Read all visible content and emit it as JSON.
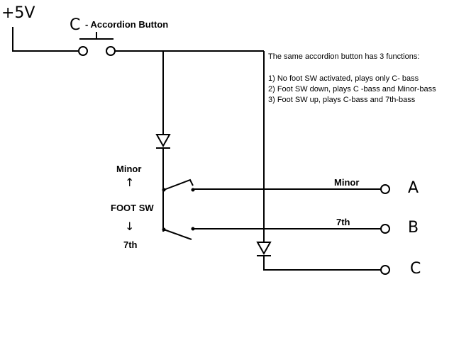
{
  "supply_label": "+5V",
  "button": {
    "letter": "C",
    "label": "- Accordion Button"
  },
  "notes": {
    "heading": "The same accordion button has 3 functions:",
    "items": [
      "1)  No foot SW activated, plays only C- bass",
      "2) Foot SW down, plays C -bass and Minor-bass",
      "3) Foot SW up, plays C-bass and 7th-bass"
    ]
  },
  "foot_switch": {
    "up_label": "Minor",
    "up_arrow": "↑",
    "label": "FOOT SW",
    "down_arrow": "↓",
    "down_label": "7th"
  },
  "outputs": [
    {
      "wire_label": "Minor",
      "terminal": "A"
    },
    {
      "wire_label": "7th",
      "terminal": "B"
    },
    {
      "wire_label": "",
      "terminal": "C"
    }
  ]
}
